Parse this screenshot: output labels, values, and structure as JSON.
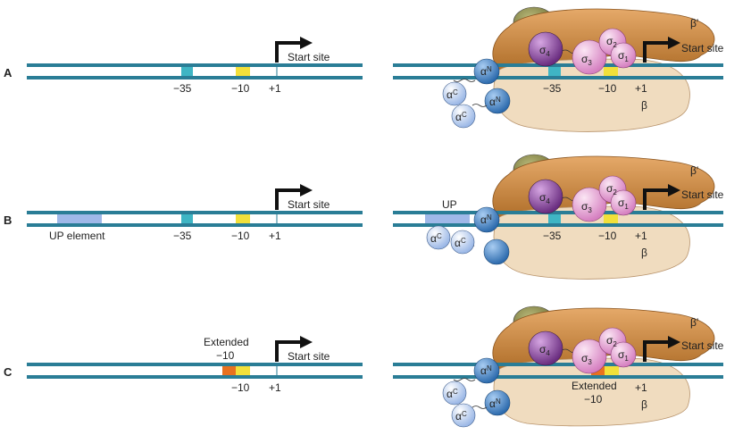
{
  "rows": [
    {
      "letter": "A",
      "left": {
        "minus35": "−35",
        "minus10": "−10",
        "plus1": "+1",
        "start_site": "Start site"
      },
      "right": {
        "minus35": "−35",
        "minus10": "−10",
        "plus1": "+1",
        "start_site": "Start site"
      }
    },
    {
      "letter": "B",
      "left": {
        "up_element": "UP element",
        "minus35": "−35",
        "minus10": "−10",
        "plus1": "+1",
        "start_site": "Start site"
      },
      "right": {
        "up": "UP",
        "minus35": "−35",
        "minus10": "−10",
        "plus1": "+1",
        "start_site": "Start site"
      }
    },
    {
      "letter": "C",
      "left": {
        "extended_line1": "Extended",
        "extended_line2": "−10",
        "minus10": "−10",
        "plus1": "+1",
        "start_site": "Start site"
      },
      "right": {
        "extended_line1": "Extended",
        "extended_line2": "−10",
        "plus1": "+1",
        "start_site": "Start site"
      }
    }
  ],
  "subunits": {
    "beta_prime": "β′",
    "beta": "β",
    "sigma": "σ",
    "sigma1_sub": "1",
    "sigma2_sub": "2",
    "sigma3_sub": "3",
    "sigma4_sub": "4",
    "alpha": "α",
    "alpha_c_sup": "C",
    "alpha_n_sup": "N"
  },
  "colors": {
    "dna": "#2a7d96",
    "box_minus35": "#3fb5c4",
    "box_minus10": "#f2e03a",
    "box_extended": "#e8711f",
    "up_element": "#9fb8e8",
    "beta_prime": "#c98a42",
    "beta": "#f0dcbf",
    "omega": "#8a8a45",
    "sigma4": "#7d3f93",
    "sigma_light": "#e9a9d9",
    "alpha_n": "#3f7fc0",
    "alpha_c": "#b9cdf0"
  }
}
